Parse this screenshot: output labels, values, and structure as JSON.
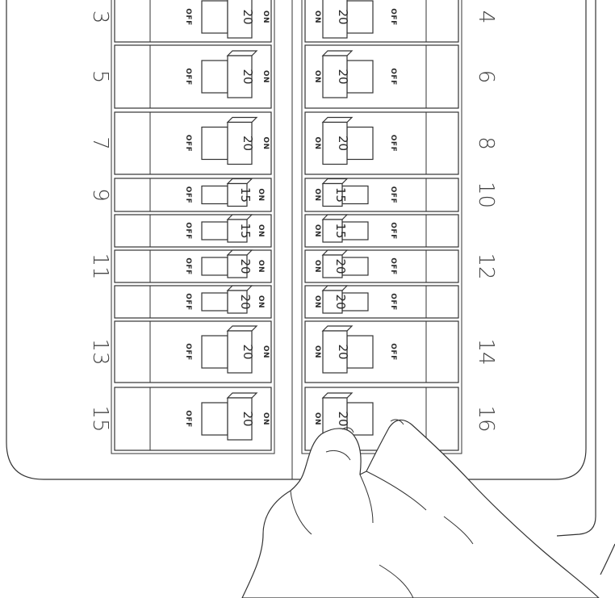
{
  "panel": {
    "left_rows": [
      {
        "circuit": "3",
        "amps": "20",
        "on_label": "ON",
        "off_label": "OFF",
        "tall": true
      },
      {
        "circuit": "5",
        "amps": "20",
        "on_label": "ON",
        "off_label": "OFF",
        "tall": true
      },
      {
        "circuit": "7",
        "amps": "20",
        "on_label": "ON",
        "off_label": "OFF",
        "tall": true
      },
      {
        "circuit": "9",
        "amps": "15",
        "on_label": "ON",
        "off_label": "OFF",
        "tall": false
      },
      {
        "circuit": "",
        "amps": "15",
        "on_label": "ON",
        "off_label": "OFF",
        "tall": false
      },
      {
        "circuit": "11",
        "amps": "20",
        "on_label": "ON",
        "off_label": "OFF",
        "tall": false
      },
      {
        "circuit": "",
        "amps": "20",
        "on_label": "ON",
        "off_label": "OFF",
        "tall": false
      },
      {
        "circuit": "13",
        "amps": "20",
        "on_label": "ON",
        "off_label": "OFF",
        "tall": true
      },
      {
        "circuit": "15",
        "amps": "20",
        "on_label": "ON",
        "off_label": "OFF",
        "tall": true
      }
    ],
    "right_rows": [
      {
        "circuit": "4",
        "amps": "20",
        "on_label": "ON",
        "off_label": "OFF",
        "tall": true
      },
      {
        "circuit": "6",
        "amps": "20",
        "on_label": "ON",
        "off_label": "OFF",
        "tall": true
      },
      {
        "circuit": "8",
        "amps": "20",
        "on_label": "ON",
        "off_label": "OFF",
        "tall": true
      },
      {
        "circuit": "10",
        "amps": "15",
        "on_label": "ON",
        "off_label": "OFF",
        "tall": false
      },
      {
        "circuit": "",
        "amps": "15",
        "on_label": "ON",
        "off_label": "OFF",
        "tall": false
      },
      {
        "circuit": "12",
        "amps": "20",
        "on_label": "ON",
        "off_label": "OFF",
        "tall": false
      },
      {
        "circuit": "",
        "amps": "20",
        "on_label": "ON",
        "off_label": "OFF",
        "tall": false
      },
      {
        "circuit": "14",
        "amps": "20",
        "on_label": "ON",
        "off_label": "OFF",
        "tall": true
      },
      {
        "circuit": "16",
        "amps": "20",
        "on_label": "ON",
        "off_label": "",
        "tall": true
      }
    ]
  },
  "colors": {
    "line": "#333333",
    "background": "#ffffff"
  }
}
